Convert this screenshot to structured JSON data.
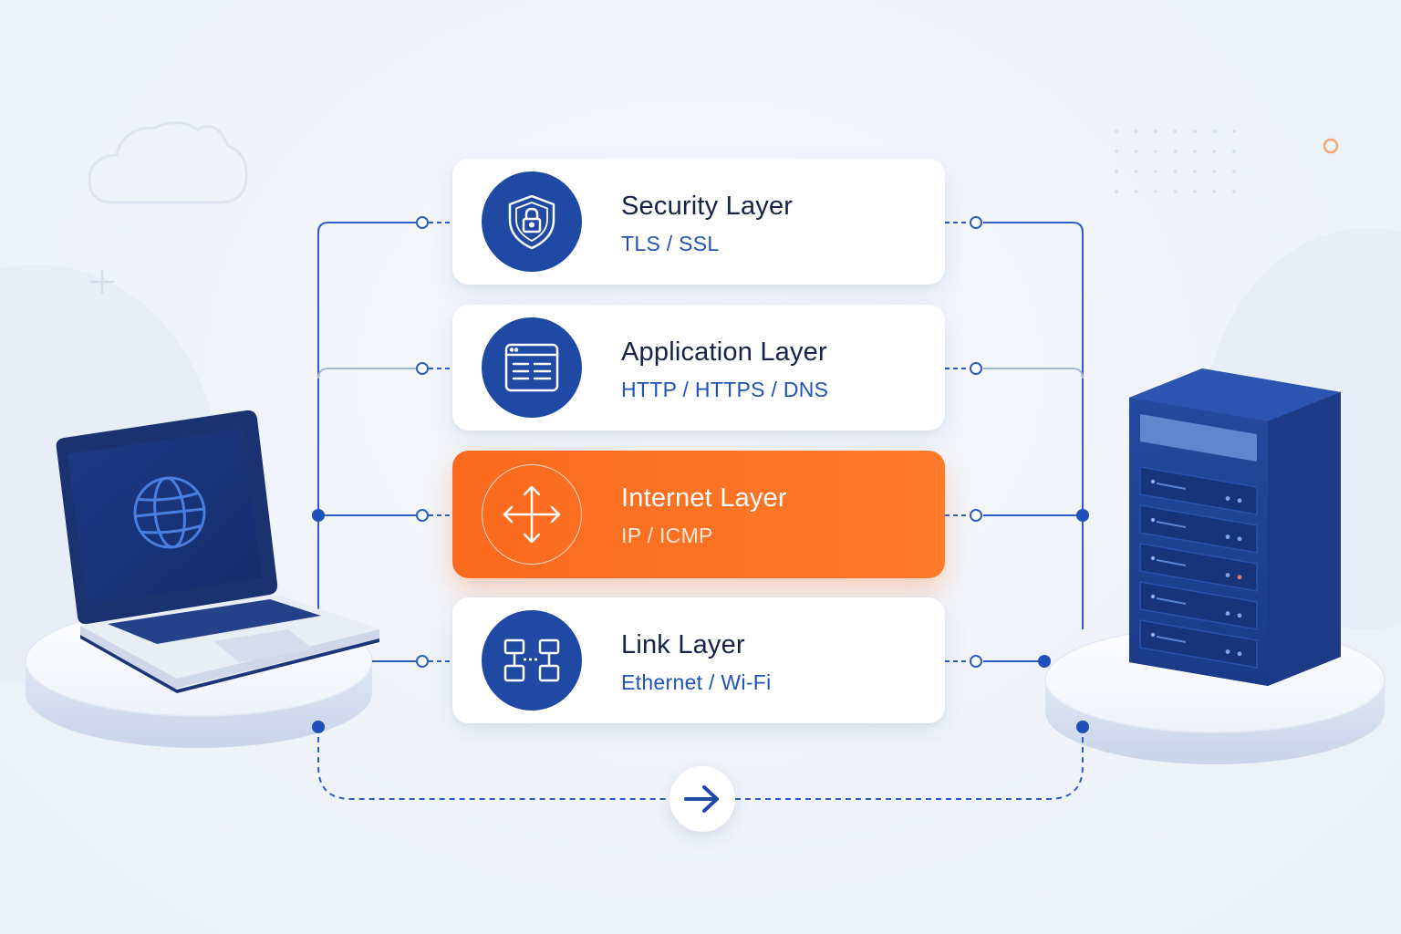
{
  "layers": [
    {
      "title": "Security Layer",
      "protocols": "TLS / SSL",
      "icon": "shield-lock-icon"
    },
    {
      "title": "Application Layer",
      "protocols": "HTTP / HTTPS / DNS",
      "icon": "browser-window-icon"
    },
    {
      "title": "Internet Layer",
      "protocols": "IP / ICMP",
      "icon": "move-arrows-icon",
      "highlighted": true
    },
    {
      "title": "Link Layer",
      "protocols": "Ethernet / Wi-Fi",
      "icon": "network-nodes-icon"
    }
  ],
  "devices": {
    "client": {
      "icon": "laptop-globe-icon"
    },
    "server": {
      "icon": "server-rack-icon"
    }
  },
  "flow": {
    "icon": "arrow-right-icon"
  },
  "colors": {
    "primary": "#1f49a3",
    "accent": "#fb6a1f",
    "title_text": "#15224a",
    "protocol_text": "#1f52b8",
    "connector": "#2c5cc5"
  }
}
